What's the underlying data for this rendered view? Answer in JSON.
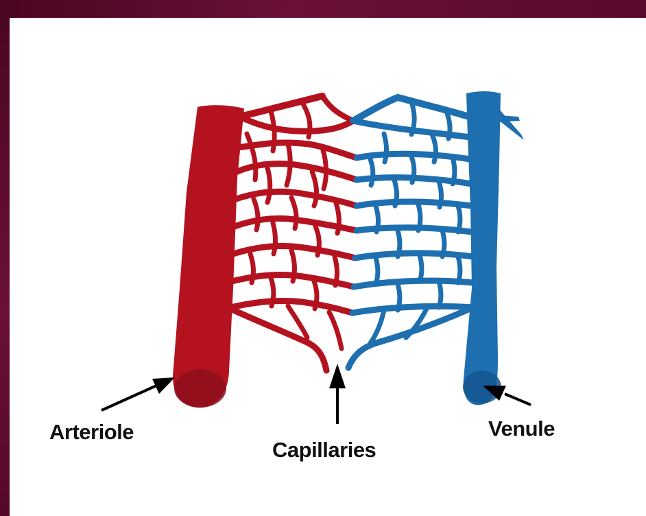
{
  "labels": {
    "arteriole": "Arteriole",
    "capillaries": "Capillaries",
    "venule": "Venule"
  },
  "colors": {
    "frame": "#5a0a2c",
    "background": "#ffffff",
    "arterial": "#b5121f",
    "arterial_dark": "#8e0f1c",
    "venous": "#1e6fb0",
    "venous_dark": "#14578f",
    "arrow": "#000000"
  }
}
